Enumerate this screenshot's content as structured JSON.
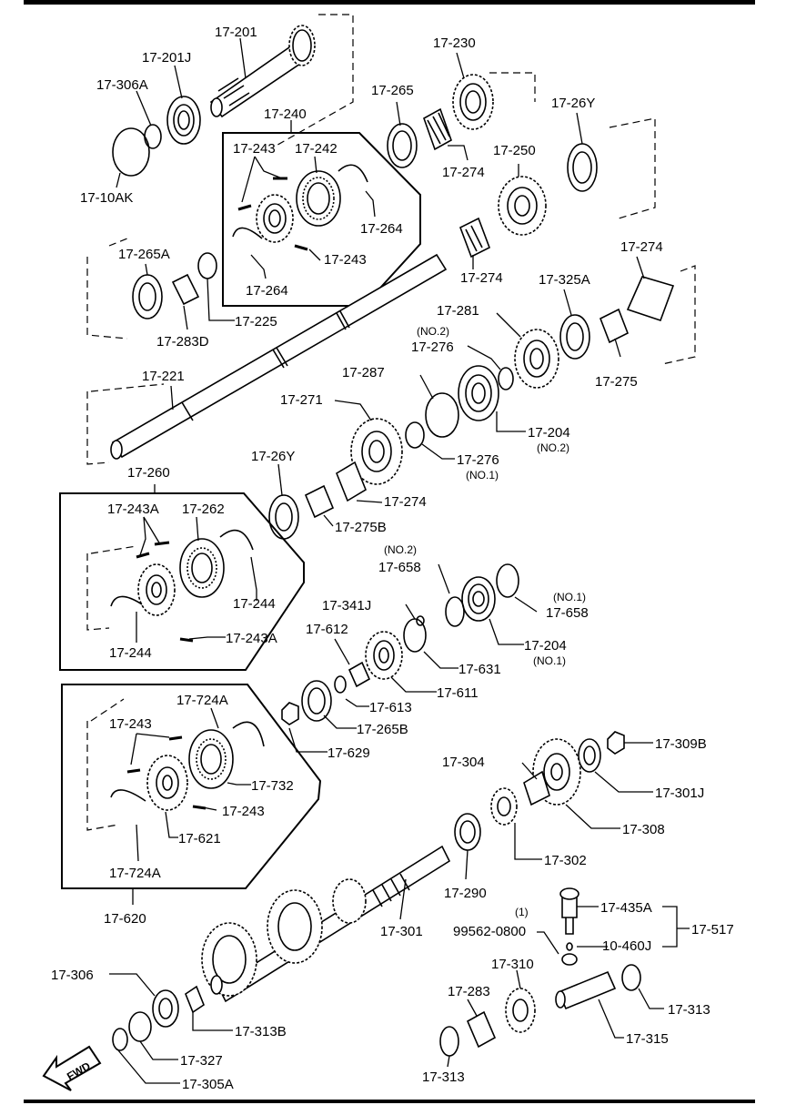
{
  "labels": {
    "p17_201": "17-201",
    "p17_201j": "17-201J",
    "p17_306a": "17-306A",
    "p17_10ak": "17-10AK",
    "p17_240": "17-240",
    "p17_243_a": "17-243",
    "p17_242": "17-242",
    "p17_264_a": "17-264",
    "p17_264_b": "17-264",
    "p17_243_b": "17-243",
    "p17_230": "17-230",
    "p17_265": "17-265",
    "p17_274_a": "17-274",
    "p17_26y_a": "17-26Y",
    "p17_250": "17-250",
    "p17_274_b": "17-274",
    "p17_274_c": "17-274",
    "p17_265a": "17-265A",
    "p17_283d": "17-283D",
    "p17_225": "17-225",
    "p17_325a": "17-325A",
    "p17_275": "17-275",
    "p17_281": "17-281",
    "p17_276_no2": "17-276",
    "no2_a": "(NO.2)",
    "p17_287": "17-287",
    "p17_221": "17-221",
    "p17_271": "17-271",
    "p17_204_no2": "17-204",
    "no2_b": "(NO.2)",
    "p17_276_no1": "17-276",
    "no1_a": "(NO.1)",
    "p17_26y_b": "17-26Y",
    "p17_274_d": "17-274",
    "p17_275b": "17-275B",
    "p17_260": "17-260",
    "p17_243a_a": "17-243A",
    "p17_262": "17-262",
    "p17_244_a": "17-244",
    "p17_243a_b": "17-243A",
    "p17_244_b": "17-244",
    "no2_c": "(NO.2)",
    "p17_658_a": "17-658",
    "no1_b": "(NO.1)",
    "p17_658_b": "17-658",
    "p17_341j": "17-341J",
    "p17_612": "17-612",
    "p17_204_no1": "17-204",
    "no1_c": "(NO.1)",
    "p17_631": "17-631",
    "p17_611": "17-611",
    "p17_613": "17-613",
    "p17_724a_a": "17-724A",
    "p17_243_c": "17-243",
    "p17_265b": "17-265B",
    "p17_629": "17-629",
    "p17_732": "17-732",
    "p17_243_d": "17-243",
    "p17_621": "17-621",
    "p17_724a_b": "17-724A",
    "p17_620": "17-620",
    "p17_309b": "17-309B",
    "p17_304": "17-304",
    "p17_301j": "17-301J",
    "p17_308": "17-308",
    "p17_302": "17-302",
    "p17_290": "17-290",
    "p17_301": "17-301",
    "p17_435a": "17-435A",
    "p17_517": "17-517",
    "one": "(1)",
    "p99562": "99562-0800",
    "p10_460j": "10-460J",
    "p17_310": "17-310",
    "p17_313_a": "17-313",
    "p17_306": "17-306",
    "p17_283": "17-283",
    "p17_313b": "17-313B",
    "p17_327": "17-327",
    "p17_315": "17-315",
    "p17_313_b": "17-313",
    "p17_305a": "17-305A",
    "fwd": "FWD"
  }
}
